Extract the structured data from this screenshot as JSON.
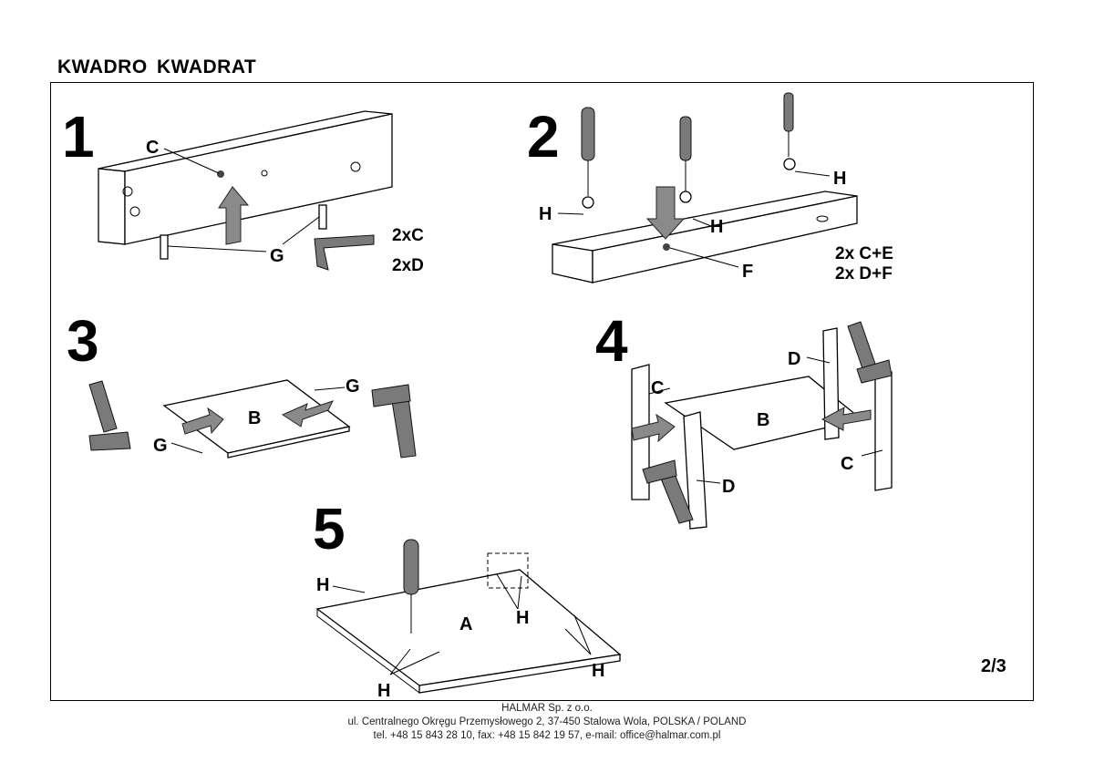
{
  "title": "KWADRO  KWADRAT",
  "steps": [
    {
      "number": "1",
      "labels": [
        "C",
        "G"
      ],
      "quantities": [
        "2xC",
        "2xD"
      ]
    },
    {
      "number": "2",
      "labels": [
        "H",
        "H",
        "H",
        "F"
      ],
      "quantities": [
        "2x C+E",
        "2x D+F"
      ]
    },
    {
      "number": "3",
      "labels": [
        "G",
        "B",
        "G"
      ]
    },
    {
      "number": "4",
      "labels": [
        "D",
        "C",
        "B",
        "C",
        "D"
      ]
    },
    {
      "number": "5",
      "labels": [
        "H",
        "H",
        "A",
        "H",
        "H"
      ]
    }
  ],
  "page_indicator": "2/3",
  "footer": {
    "company": "HALMAR Sp. z o.o.",
    "address": "ul. Centralnego Okręgu Przemysłowego 2, 37-450 Stalowa Wola, POLSKA / POLAND",
    "contact": "tel. +48 15 843 28 10, fax: +48 15 842 19 57, e-mail: office@halmar.com.pl"
  }
}
